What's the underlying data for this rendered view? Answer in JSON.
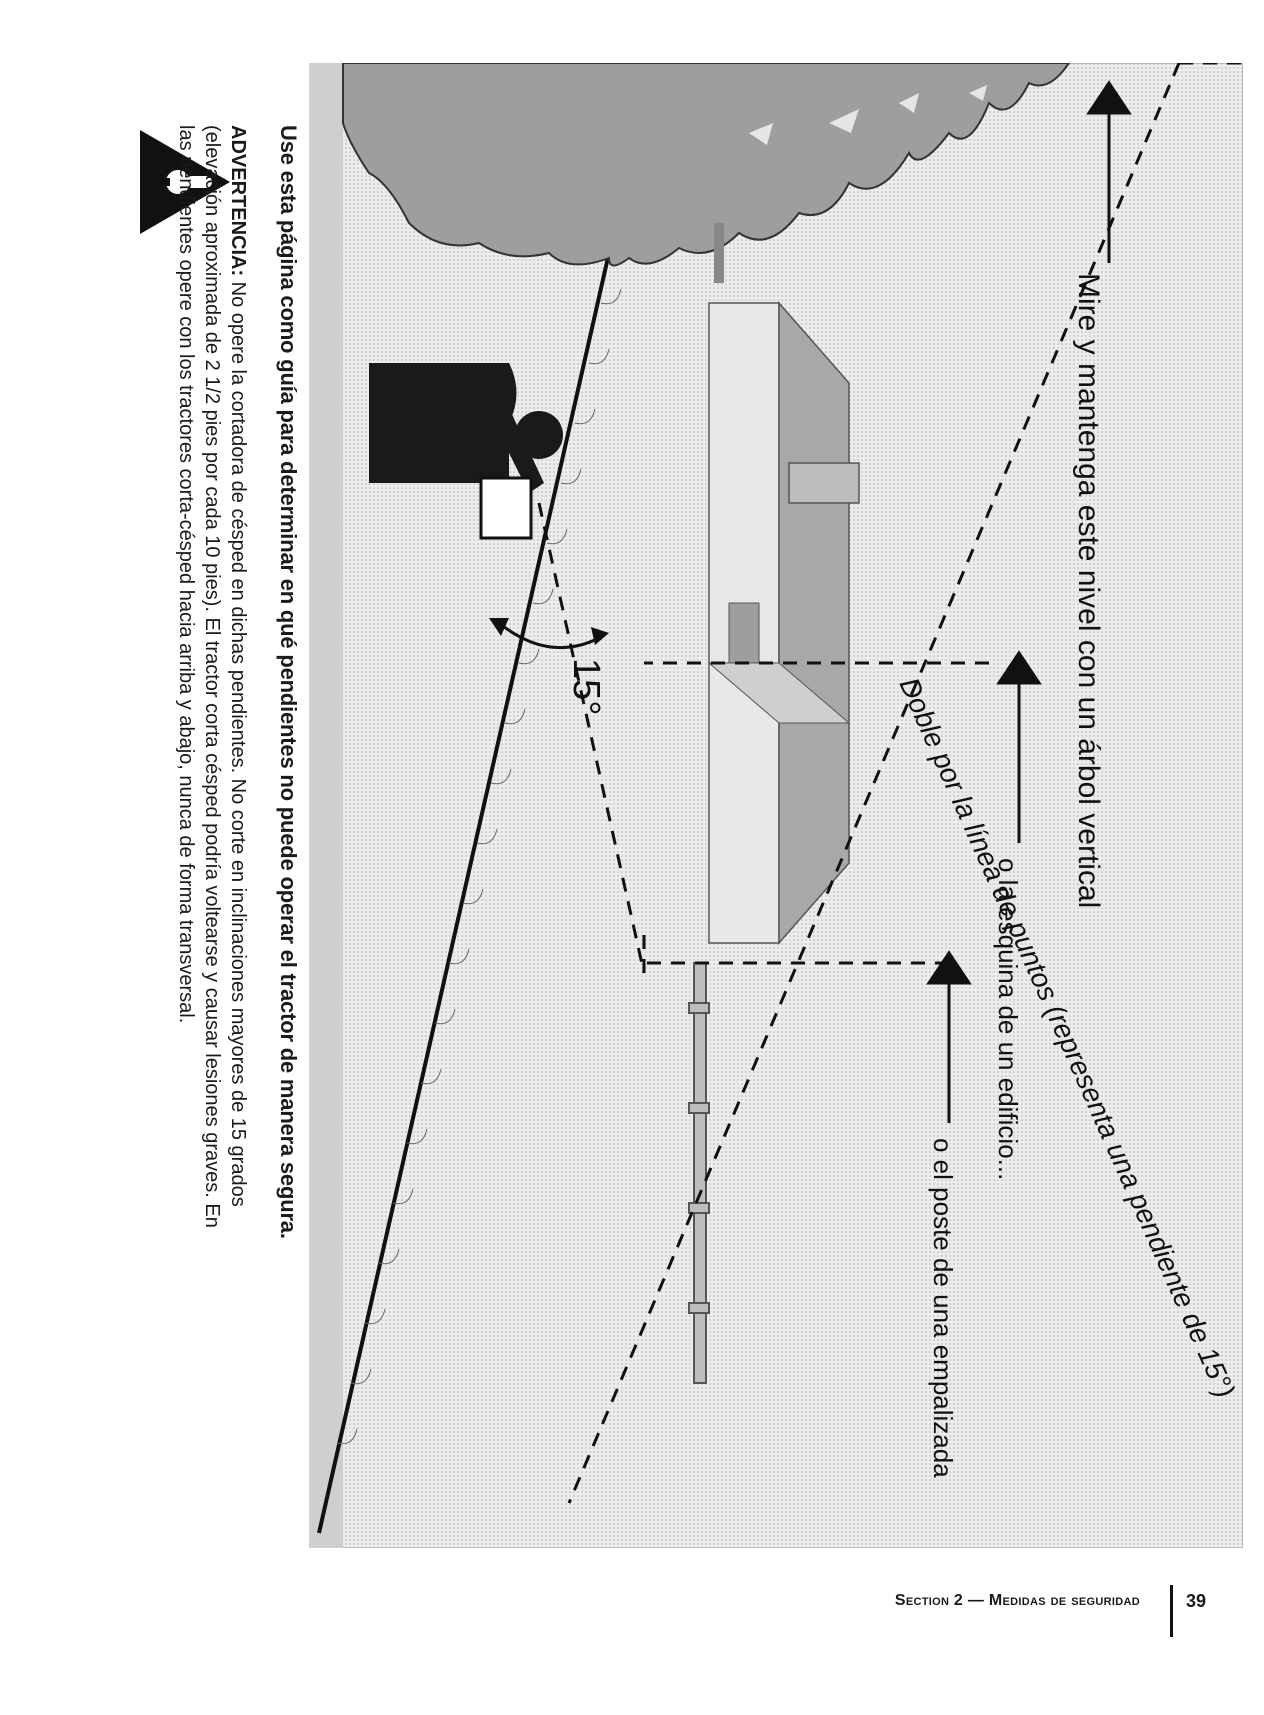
{
  "illustration": {
    "top_caption": "Mire y mantenga este nivel con un árbol vertical",
    "building_caption": "o la esquina de un edificio...",
    "fence_caption": "o el poste de una empalizada",
    "fold_caption": "Doble por la línea de puntos (representa una pendiente de 15°)",
    "angle_label": "15°",
    "icons": [
      "warning-triangle-icon",
      "tree",
      "house",
      "fence",
      "person-silhouette",
      "up-arrow-icon"
    ]
  },
  "warning": {
    "heading": "Use esta página como guía para determinar en qué pendientes no puede operar el tractor de manera segura.",
    "label": "ADVERTENCIA:",
    "line1": " No opere la cortadora de césped en dichas pendientes. No corte en inclinaciones mayores de 15 grados",
    "line2": "(elevación aproximada de 2 1/2 pies por cada 10 pies). El tractor corta césped podría voltearse y causar lesiones graves. En",
    "line3": "las pendientes opere con los tractores corta-césped hacia arriba y abajo, nunca de forma transversal."
  },
  "footer": {
    "section": "Section 2 — Medidas de seguridad",
    "page_number": "39"
  },
  "colors": {
    "shade": "#9e9e9e",
    "light_shade": "#d8d8d8",
    "ink": "#111111",
    "warning_fill": "#111111"
  }
}
